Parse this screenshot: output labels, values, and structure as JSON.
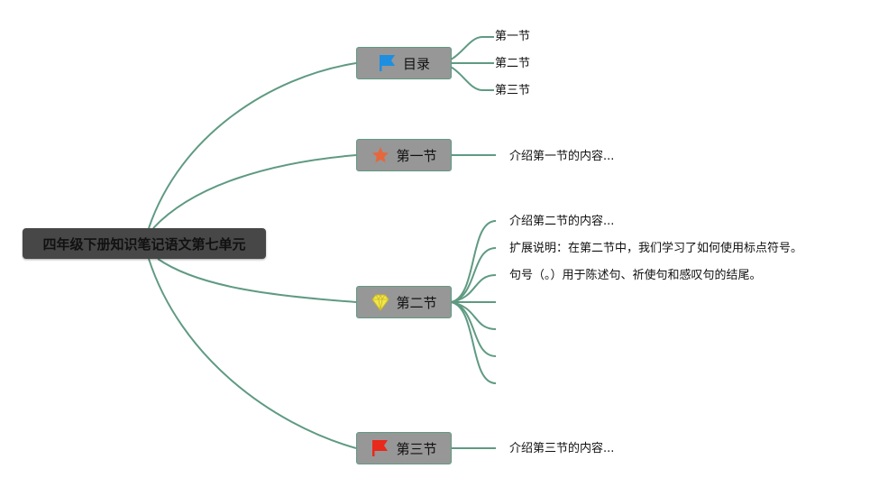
{
  "root": {
    "label": "四年级下册知识笔记语文第七单元"
  },
  "branches": [
    {
      "label": "目录",
      "icon": "blue-flag-icon",
      "children": [
        "第一节",
        "第二节",
        "第三节"
      ]
    },
    {
      "label": "第一节",
      "icon": "orange-star-icon",
      "children": [
        "介绍第一节的内容..."
      ]
    },
    {
      "label": "第二节",
      "icon": "yellow-diamond-icon",
      "children": [
        "介绍第二节的内容...",
        "扩展说明：在第二节中，我们学习了如何使用标点符号。",
        "句号（。）用于陈述句、祈使句和感叹句的结尾。",
        "",
        "",
        "",
        ""
      ]
    },
    {
      "label": "第三节",
      "icon": "red-flag-icon",
      "children": [
        "介绍第三节的内容..."
      ]
    }
  ],
  "colors": {
    "connector": "#5f9a82",
    "root_fill": "#474747",
    "branch_fill": "#979797",
    "flag_blue": "#1e8fe0",
    "star_orange": "#e5683c",
    "diamond_yellow": "#f2e64a",
    "flag_red": "#e8291b"
  }
}
